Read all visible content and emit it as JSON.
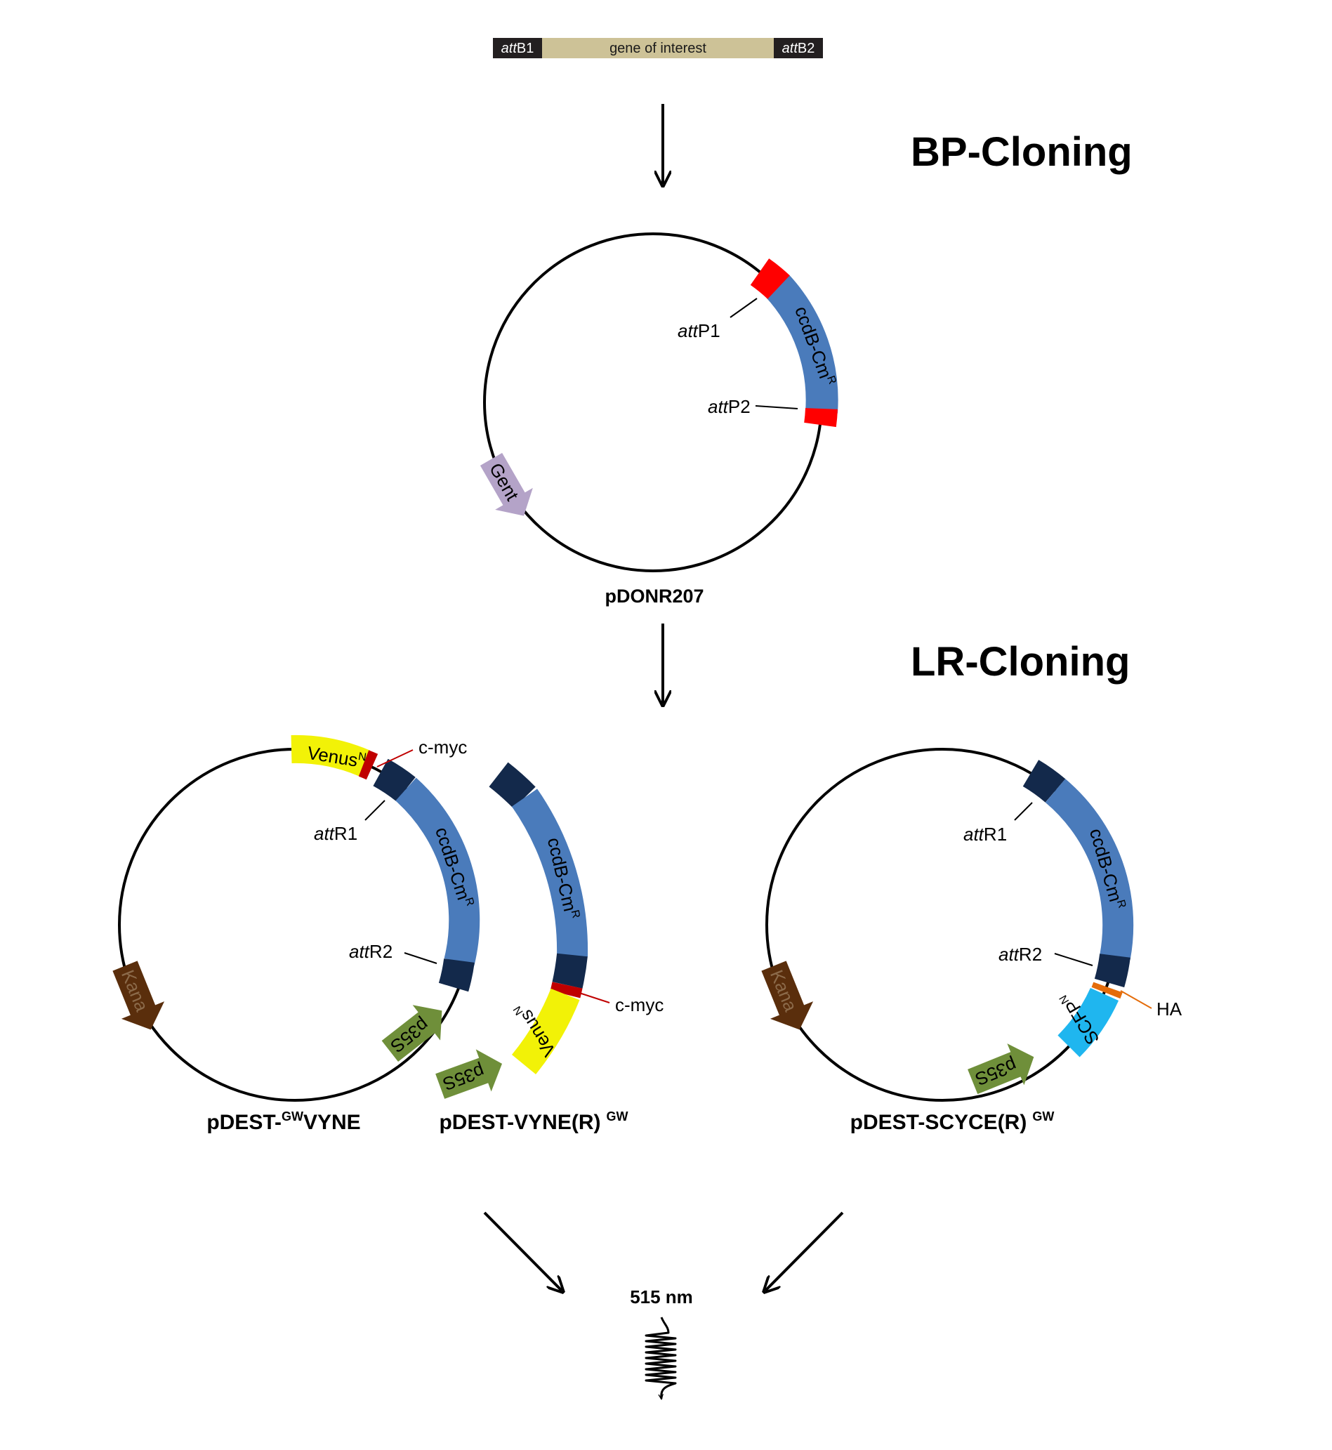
{
  "gene_bar": {
    "attB1_prefix": "att",
    "attB1_suffix": "B1",
    "middle": "gene of interest",
    "attB2_prefix": "att",
    "attB2_suffix": "B2"
  },
  "steps": {
    "bp": "BP-Cloning",
    "lr": "LR-Cloning"
  },
  "donor": {
    "name": "pDONR207",
    "attP1_prefix": "att",
    "attP1_suffix": "P1",
    "attP2_prefix": "att",
    "attP2_suffix": "P2",
    "cassette": "ccdB-Cm",
    "cassette_sup": "R",
    "marker": "Gent"
  },
  "vyne": {
    "name_prefix": "pDEST-",
    "name_sup": "GW",
    "name_suffix": "VYNE",
    "venus": "Venus",
    "venus_sup": "N",
    "cmyc": "c-myc",
    "attR1_prefix": "att",
    "attR1_suffix": "R1",
    "attR2_prefix": "att",
    "attR2_suffix": "R2",
    "cassette": "ccdB-Cm",
    "cassette_sup": "R",
    "marker": "Kana",
    "promoter": "p35S"
  },
  "vyne_r": {
    "name": "pDEST-VYNE(R)",
    "name_sup": "GW",
    "venus": "Venus",
    "venus_sup": "N",
    "cmyc": "c-myc",
    "cassette": "ccdB-Cm",
    "cassette_sup": "R",
    "promoter": "p35S"
  },
  "scyce": {
    "name": "pDEST-SCYCE(R)",
    "name_sup": "GW",
    "attR1_prefix": "att",
    "attR1_suffix": "R1",
    "attR2_prefix": "att",
    "attR2_suffix": "R2",
    "cassette": "ccdB-Cm",
    "cassette_sup": "R",
    "scfp": "SCFP",
    "scfp_sup": "N",
    "ha": "HA",
    "marker": "Kana",
    "promoter": "p35S"
  },
  "emission": "515 nm",
  "colors": {
    "att_bar_dark": "#231f20",
    "gene_bar_tan": "#cdc297",
    "cassette_blue": "#4a7bbb",
    "att_red": "#ff0000",
    "att_navy": "#13294b",
    "gent_purple": "#b4a3c8",
    "venus_yellow": "#f2f207",
    "cmyc_red": "#c00000",
    "kana_brown": "#5a2e0c",
    "p35s_green": "#6f8f3a",
    "scfp_cyan": "#1fb6ef",
    "ha_orange": "#e46c0a"
  }
}
